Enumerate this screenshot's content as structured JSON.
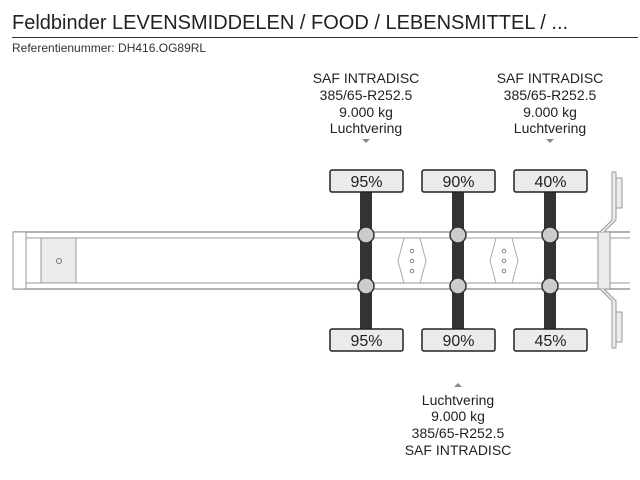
{
  "header": {
    "title": "Feldbinder LEVENSMIDDELEN / FOOD / LEBENSMITTEL / ...",
    "reference": "Referentienummer: DH416.OG89RL"
  },
  "axles": [
    {
      "top_info": [
        "SAF INTRADISC",
        "385/65-R252.5",
        "9.000 kg",
        "Luchtvering"
      ],
      "bottom_info": [],
      "tyre_top": "95%",
      "tyre_bottom": "95%"
    },
    {
      "top_info": [],
      "bottom_info": [
        "Luchtvering",
        "9.000 kg",
        "385/65-R252.5",
        "SAF INTRADISC"
      ],
      "tyre_top": "90%",
      "tyre_bottom": "90%"
    },
    {
      "top_info": [
        "SAF INTRADISC",
        "385/65-R252.5",
        "9.000 kg",
        "Luchtvering"
      ],
      "bottom_info": [],
      "tyre_top": "40%",
      "tyre_bottom": "45%"
    }
  ],
  "colors": {
    "tyre_fill": "#ebebeb",
    "axle_bar": "#333333",
    "hub_fill": "#cccccc",
    "frame_line": "#999999",
    "marker": "#888888"
  }
}
